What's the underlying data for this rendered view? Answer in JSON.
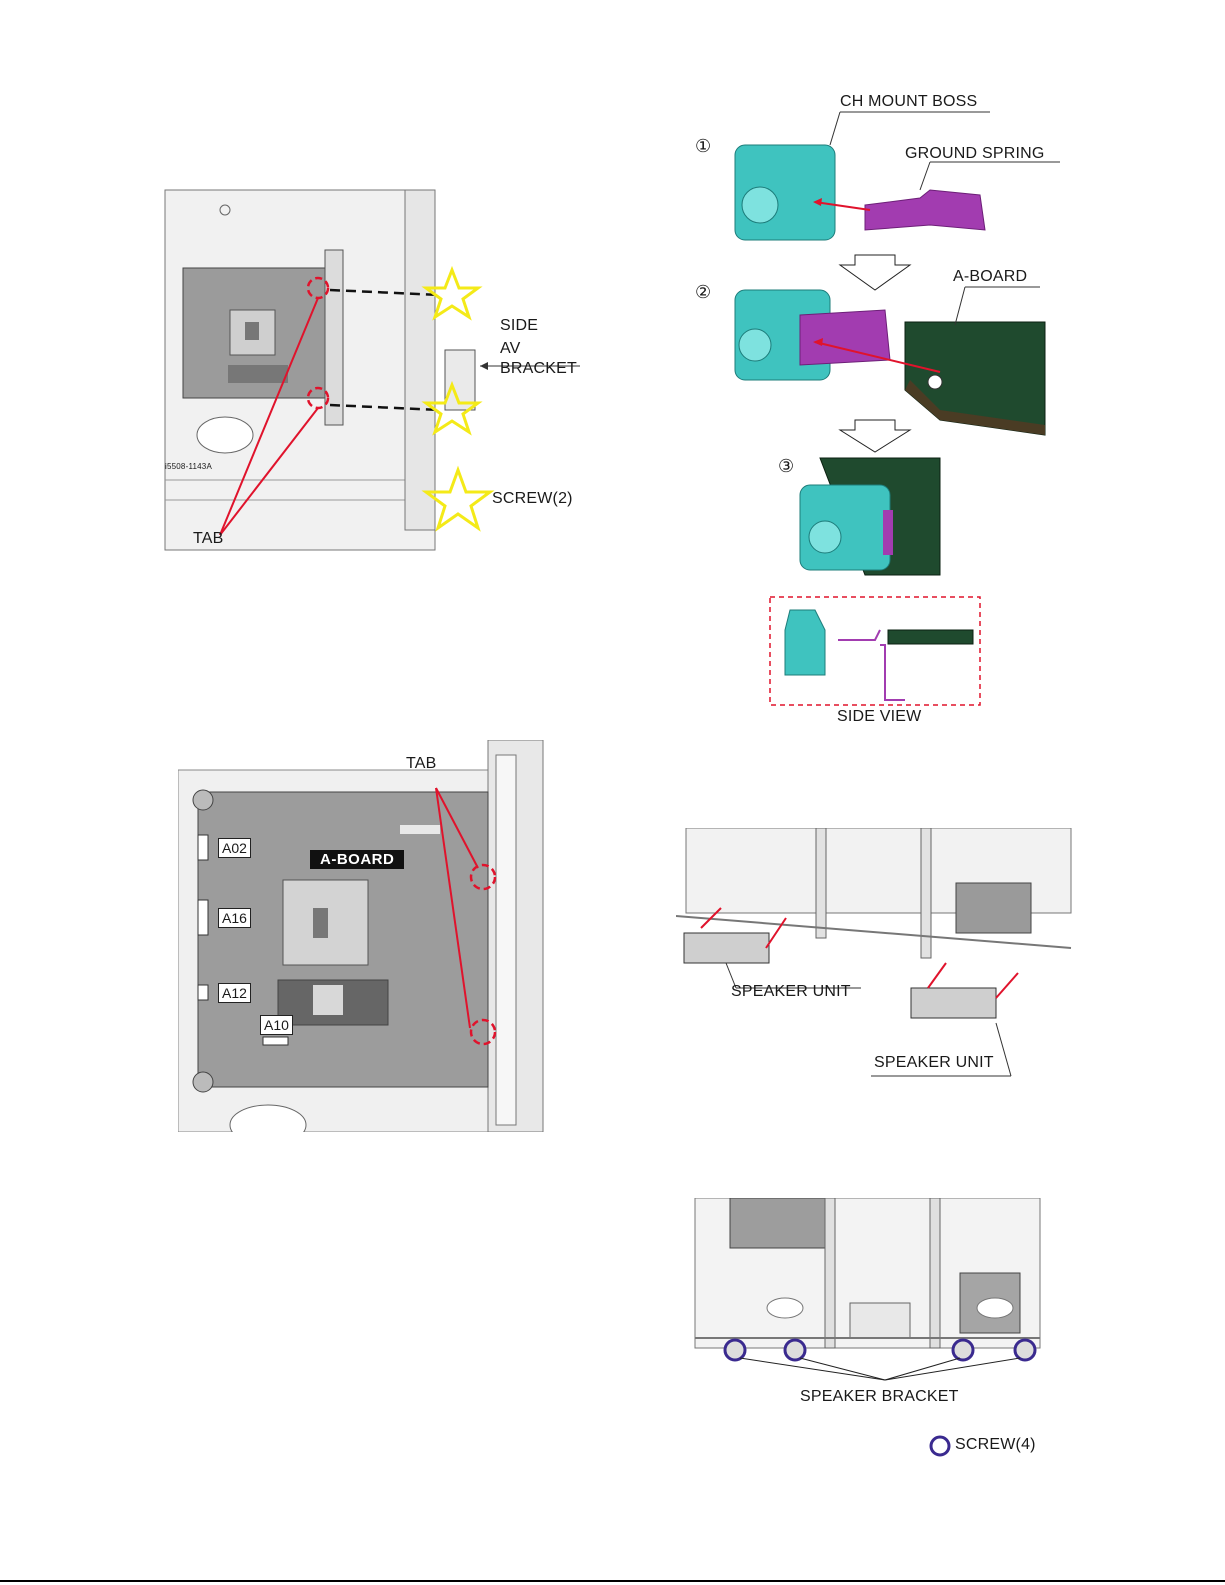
{
  "fig_av_bracket": {
    "side_av_bracket_label_line1": "SIDE",
    "side_av_bracket_label_line2": "AV",
    "side_av_bracket_label_line3": "BRACKET",
    "screw_label": "SCREW(2)",
    "tab_label": "TAB",
    "board_code": "i5508-1143A"
  },
  "fig_ground_spring": {
    "ch_mount_boss_label": "CH MOUNT BOSS",
    "ground_spring_label": "GROUND SPRING",
    "a_board_label": "A-BOARD",
    "step1": "①",
    "step2": "②",
    "step3": "③",
    "side_view_label": "SIDE VIEW"
  },
  "fig_a_board": {
    "tab_label": "TAB",
    "board_name": "A-BOARD",
    "connectors": [
      "A02",
      "A16",
      "A12",
      "A10"
    ]
  },
  "fig_speaker_unit": {
    "speaker_unit_label_1": "SPEAKER UNIT",
    "speaker_unit_label_2": "SPEAKER UNIT"
  },
  "fig_speaker_bracket": {
    "speaker_bracket_label": "SPEAKER BRACKET",
    "screw_label": "SCREW(4)"
  },
  "colors": {
    "tab_marker": "#e0132c",
    "screw_star": "#f4ea18",
    "boss_teal": "#3fc3bf",
    "spring_purple": "#a23cb0",
    "board_green": "#1f4a2e",
    "screw_circle": "#3a2a8f"
  }
}
